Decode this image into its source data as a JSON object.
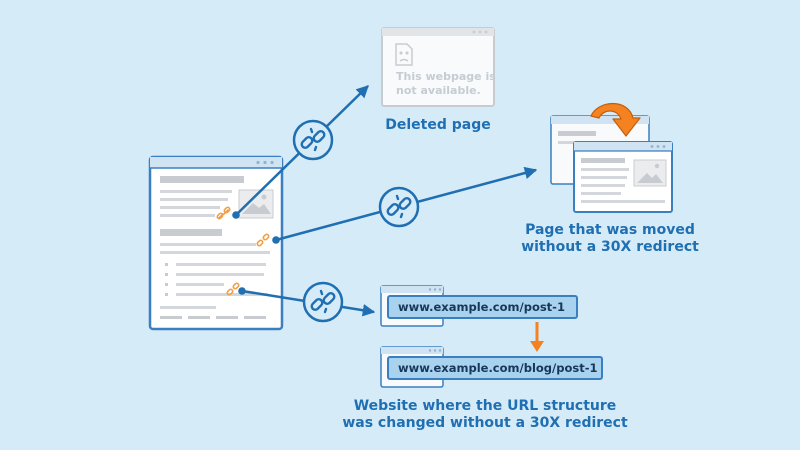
{
  "deleted_page": {
    "message_line1": "This webpage is",
    "message_line2": "not available.",
    "caption": "Deleted page"
  },
  "moved_page": {
    "caption_line1": "Page that was moved",
    "caption_line2": "without a 30X redirect"
  },
  "url_change": {
    "old_url": "www.example.com/post-1",
    "new_url": "www.example.com/blog/post-1",
    "caption_line1": "Website where the URL structure",
    "caption_line2": "was changed without a 30X redirect"
  },
  "colors": {
    "background": "#d6ebf8",
    "primary_blue": "#1f6fb2",
    "orange": "#f48220",
    "link_orange": "#f0a04b",
    "placeholder_gray": "#c8ccd1"
  }
}
